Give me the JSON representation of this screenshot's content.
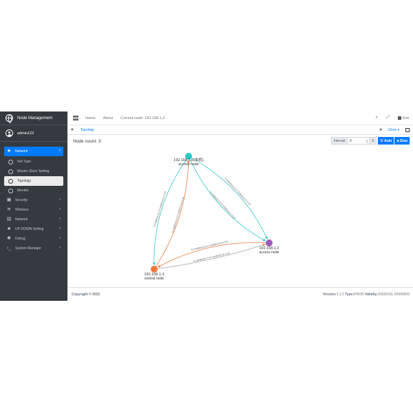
{
  "sidebar": {
    "brand_title": "Node Management",
    "user_name": "admin123",
    "items": [
      {
        "label": "Network",
        "icon": "star-icon"
      },
      {
        "label": "Net Type",
        "icon": "circle-icon"
      },
      {
        "label": "Master-Slave Setting",
        "icon": "circle-icon"
      },
      {
        "label": "Topology",
        "icon": "circle-icon"
      },
      {
        "label": "Monitor",
        "icon": "circle-icon"
      },
      {
        "label": "Security",
        "icon": "lock-icon"
      },
      {
        "label": "Wireless",
        "icon": "wifi-icon"
      },
      {
        "label": "Network",
        "icon": "network-icon"
      },
      {
        "label": "UP-DOWN Setting",
        "icon": "sitemap-icon"
      },
      {
        "label": "Debug",
        "icon": "bug-icon"
      },
      {
        "label": "System Manager",
        "icon": "terminal-icon"
      }
    ]
  },
  "topbar": {
    "home": "Home",
    "about": "About",
    "current_node": "Current node: 192.168.1.2",
    "exit": "Exit"
  },
  "tabbar": {
    "tab": "Topology",
    "close": "Close ▾"
  },
  "content": {
    "node_count_label": "Node count:",
    "node_count": "3",
    "interval_label": "Interval",
    "interval_value": "5",
    "interval_unit": "S",
    "auto_label": "Auto",
    "stop_label": "Stop"
  },
  "graph": {
    "nodes": [
      {
        "id": "n1",
        "ip": "192.168.1.6(本机)",
        "role": "access node",
        "color": "#2ec7c9"
      },
      {
        "id": "n2",
        "ip": "192.168.1.2",
        "role": "access node",
        "color": "#9b59b6"
      },
      {
        "id": "n3",
        "ip": "192.168.1.3",
        "role": "central node",
        "color": "#f07b3f"
      }
    ],
    "edges": [
      {
        "label": "R:10MBit/s(13)  R:11MBit/s(11)  D:33"
      },
      {
        "label": "R:10MBit/s(13)  R:11MBit/s(11)  D:33"
      },
      {
        "label": "R:10MBit/s(14)  R:11MBit/s(12)  D:34"
      },
      {
        "label": "R:10MBit/s(14)  R:11MBit/s(13)  D:35"
      },
      {
        "label": "R:10MBit/s(16)  R:10MBit/s(19)  D:40"
      },
      {
        "label": "R:10MBit/s(17)  R:10MBit/s(19)  D:33"
      }
    ]
  },
  "footer": {
    "copyright": "Copyright © 2022",
    "version_label": "Version:",
    "version": "1.1.2",
    "type_label": "Type:",
    "type": "PROD",
    "validity_label": "Validity:",
    "validity": "20230311-20990909"
  }
}
